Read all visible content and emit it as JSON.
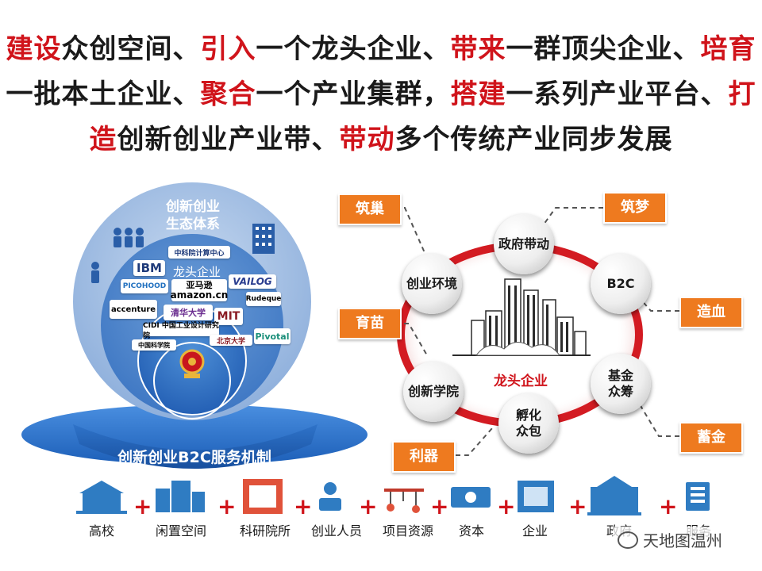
{
  "headline": {
    "line1": [
      {
        "text": "建设",
        "hl": true
      },
      {
        "text": "众创空间、",
        "hl": false
      },
      {
        "text": "引入",
        "hl": true
      },
      {
        "text": "一个龙头企业、",
        "hl": false
      },
      {
        "text": "带来",
        "hl": true
      },
      {
        "text": "一群顶尖企业、",
        "hl": false
      },
      {
        "text": "培育",
        "hl": true
      }
    ],
    "line2": [
      {
        "text": "一批本土企业、",
        "hl": false
      },
      {
        "text": "聚合",
        "hl": true
      },
      {
        "text": "一个产业集群，",
        "hl": false
      },
      {
        "text": "搭建",
        "hl": true
      },
      {
        "text": "一系列产业平台、",
        "hl": false
      },
      {
        "text": "打",
        "hl": true
      }
    ],
    "line3": [
      {
        "text": "造",
        "hl": true
      },
      {
        "text": "创新创业产业带、",
        "hl": false
      },
      {
        "text": "带动",
        "hl": true
      },
      {
        "text": "多个传统产业同步发展",
        "hl": false
      }
    ]
  },
  "left": {
    "sphere_title_1": "创新创业",
    "sphere_title_2": "生态体系",
    "base_label": "创新创业B2C服务机制",
    "leader_label": "龙头企业",
    "logos": {
      "ibm": "IBM",
      "cas": "中科院计算中心",
      "picohood": "PICOHOOD",
      "amazon_cn": "亚马逊",
      "amazon": "amazon.cn",
      "vailog": "VAILOG",
      "accenture": "accenture",
      "tsinghua": "清华大学",
      "mit": "MIT",
      "rudeque": "Rudeque",
      "cidi": "CIDI 中国工业设计研究院",
      "pivotal": "Pivotal",
      "cas2": "中国科学院",
      "peking": "北京大学"
    }
  },
  "right": {
    "center_label": "龙头企业",
    "nodes": {
      "gov": "政府带动",
      "env": "创业环境",
      "b2c": "B2C",
      "academy": "创新学院",
      "fund_1": "基金",
      "fund_2": "众筹",
      "incubate_1": "孵化",
      "incubate_2": "众包"
    },
    "tags": {
      "zhuchao": "筑巢",
      "zhumeng": "筑梦",
      "yumiao": "育苗",
      "zaoxue": "造血",
      "liqi": "利器",
      "xujin": "蓄金"
    }
  },
  "bottom": {
    "items": [
      "高校",
      "闲置空间",
      "科研院所",
      "创业人员",
      "项目资源",
      "资本",
      "企业",
      "政府",
      "服务"
    ],
    "plus": "+"
  },
  "watermark": "天地图温州",
  "colors": {
    "accent_red": "#d0141b",
    "tag_orange": "#ee7a1f",
    "sphere_blue": "#2f6fbf"
  }
}
